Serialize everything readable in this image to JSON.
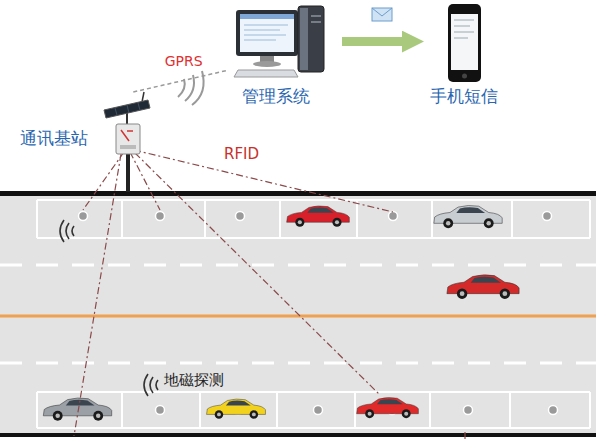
{
  "diagram": {
    "nodes": [
      {
        "text": [
          "通讯基站"
        ]
      },
      {
        "text": [
          "管理系统"
        ]
      },
      {
        "text": [
          "手机短信"
        ]
      }
    ],
    "edges": [
      {
        "from": 0,
        "to": 1,
        "arrow": "none",
        "label": "GPRS"
      },
      {
        "from": 1,
        "to": 2,
        "arrow": "to"
      }
    ],
    "labels": [
      "RFID",
      "地磁探测"
    ]
  }
}
